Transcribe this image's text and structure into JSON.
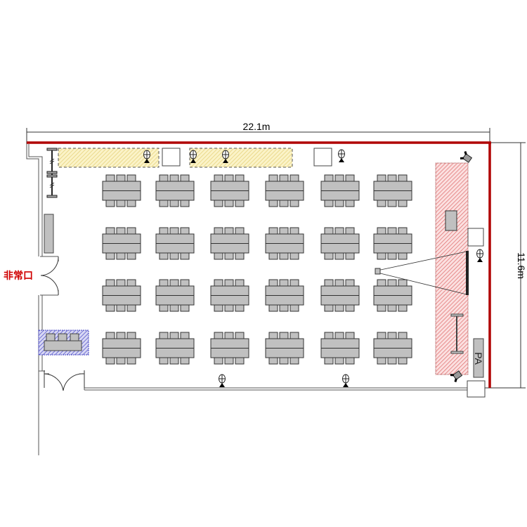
{
  "dimensions": {
    "width_label": "22.1m",
    "height_label": "11.6m"
  },
  "labels": {
    "emergency_exit": "非常口",
    "pa": "PA"
  },
  "colors": {
    "wall_accent": "#b00000",
    "stage": "#e88080",
    "wait_area": "#f0e090",
    "reception": "#4040c0",
    "furniture": "#c0c0c0"
  },
  "layout": {
    "table_columns": 6,
    "table_rows": 4,
    "chairs_per_side": 3
  }
}
